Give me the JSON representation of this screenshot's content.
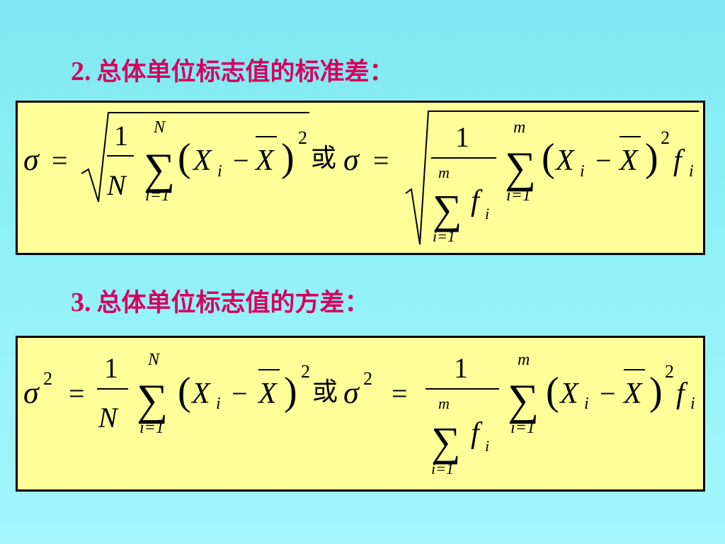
{
  "headings": [
    {
      "number": "2.",
      "text": "总体单位标志值的标准差："
    },
    {
      "number": "3.",
      "text": "总体单位标志值的方差："
    }
  ],
  "symbols": {
    "sigma": "σ",
    "equals": "=",
    "minus": "−",
    "one": "1",
    "N": "N",
    "X": "X",
    "i": "i",
    "m": "m",
    "f": "f",
    "i_eq_1": "i=1",
    "square": "2",
    "sum": "∑",
    "lparen": "(",
    "rparen": ")",
    "or": "或"
  },
  "colors": {
    "heading": "#d6005e",
    "box_fill": "#ffff99",
    "border": "#000000"
  }
}
